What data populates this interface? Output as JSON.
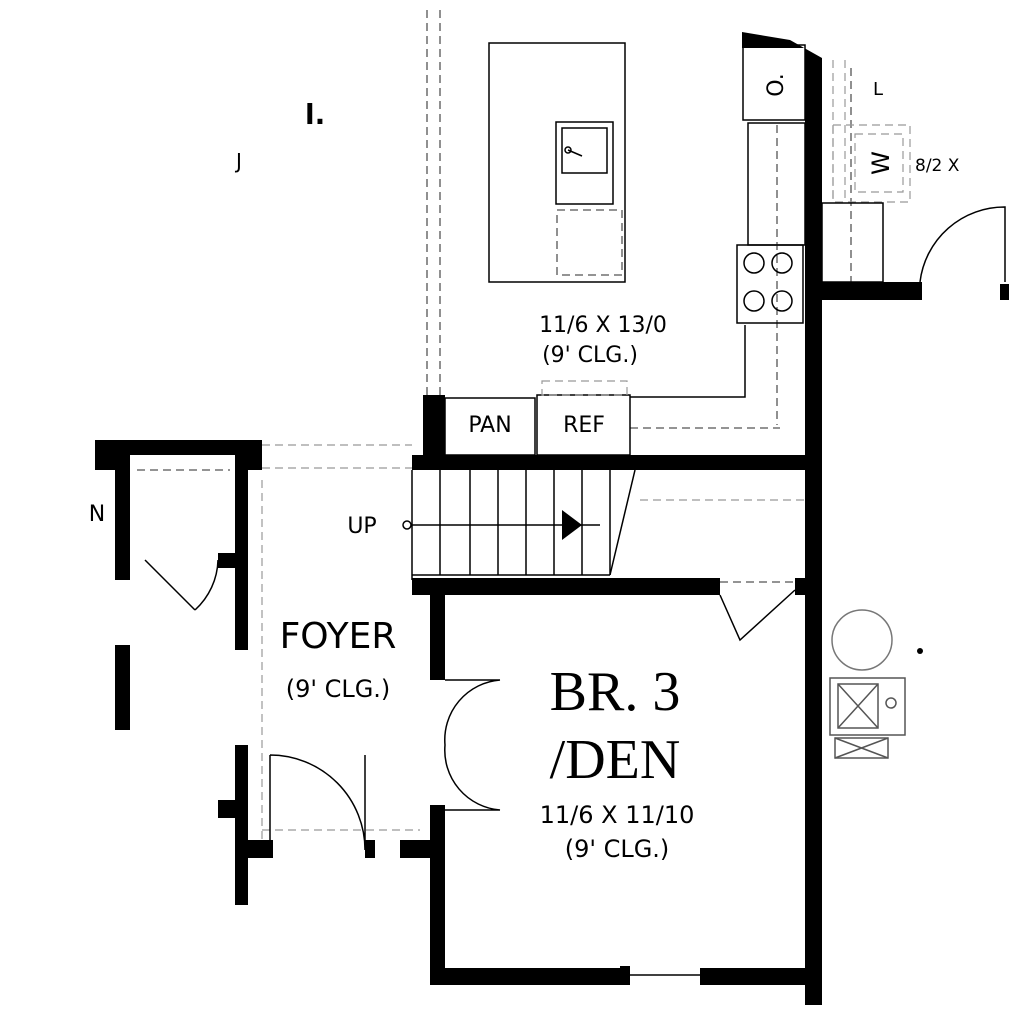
{
  "plan": {
    "kitchen": {
      "dims": "11/6 X 13/0",
      "ceiling": "(9' CLG.)"
    },
    "pantry": {
      "label": "PAN"
    },
    "fridge": {
      "label": "REF"
    },
    "oven": {
      "label": "O."
    },
    "laundry": {
      "washer": "W",
      "dims": "8/2 X",
      "fragment": "L"
    },
    "stair": {
      "label": "UP"
    },
    "foyer": {
      "name": "FOYER",
      "ceiling": "(9' CLG.)"
    },
    "bedroom": {
      "name": "BR. 3",
      "subname": "/DEN",
      "dims": "11/6 X 11/10",
      "ceiling": "(9' CLG.)"
    },
    "left_fragment": {
      "label": "N",
      "top_mark": "l.",
      "hook": "J"
    }
  }
}
